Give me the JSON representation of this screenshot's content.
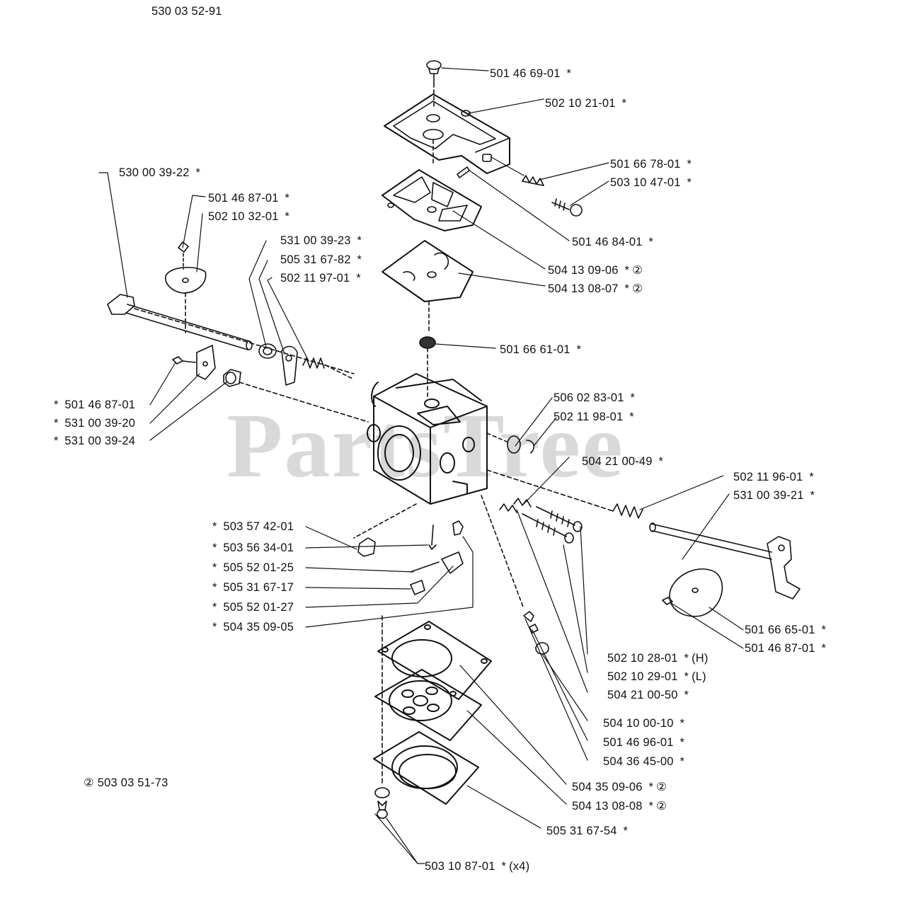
{
  "header": {
    "assembly_number": "530 03 52-91"
  },
  "watermark": {
    "brand": "PartsTree",
    "mark": "TM"
  },
  "note": {
    "symbol": "②",
    "kit_number": "503 03 51-73"
  },
  "callouts": [
    {
      "id": "c01",
      "part": "501 46 69-01",
      "star": "*",
      "suffix": ""
    },
    {
      "id": "c02",
      "part": "502 10 21-01",
      "star": "*",
      "suffix": ""
    },
    {
      "id": "c03",
      "part": "501 66 78-01",
      "star": "*",
      "suffix": ""
    },
    {
      "id": "c04",
      "part": "503 10 47-01",
      "star": "*",
      "suffix": ""
    },
    {
      "id": "c05",
      "part": "501 46 84-01",
      "star": "*",
      "suffix": ""
    },
    {
      "id": "c06",
      "part": "504 13 09-06",
      "star": "*",
      "suffix": "②"
    },
    {
      "id": "c07",
      "part": "504 13 08-07",
      "star": "*",
      "suffix": "②"
    },
    {
      "id": "c08",
      "part": "501 66 61-01",
      "star": "*",
      "suffix": ""
    },
    {
      "id": "c09",
      "part": "530 00 39-22",
      "star": "*",
      "suffix": ""
    },
    {
      "id": "c10",
      "part": "501 46 87-01",
      "star": "*",
      "suffix": ""
    },
    {
      "id": "c11",
      "part": "502 10 32-01",
      "star": "*",
      "suffix": ""
    },
    {
      "id": "c12",
      "part": "531 00 39-23",
      "star": "*",
      "suffix": ""
    },
    {
      "id": "c13",
      "part": "505 31 67-82",
      "star": "*",
      "suffix": ""
    },
    {
      "id": "c14",
      "part": "502 11 97-01",
      "star": "*",
      "suffix": ""
    },
    {
      "id": "c15",
      "part": "501 46 87-01",
      "star": "*",
      "suffix": ""
    },
    {
      "id": "c16",
      "part": "531 00 39-20",
      "star": "*",
      "suffix": ""
    },
    {
      "id": "c17",
      "part": "531 00 39-24",
      "star": "*",
      "suffix": ""
    },
    {
      "id": "c18",
      "part": "506 02 83-01",
      "star": "*",
      "suffix": ""
    },
    {
      "id": "c19",
      "part": "502 11 98-01",
      "star": "*",
      "suffix": ""
    },
    {
      "id": "c20",
      "part": "504 21 00-49",
      "star": "*",
      "suffix": ""
    },
    {
      "id": "c21",
      "part": "502 11 96-01",
      "star": "*",
      "suffix": ""
    },
    {
      "id": "c22",
      "part": "531 00 39-21",
      "star": "*",
      "suffix": ""
    },
    {
      "id": "c23",
      "part": "503 57 42-01",
      "star": "*",
      "suffix": ""
    },
    {
      "id": "c24",
      "part": "503 56 34-01",
      "star": "*",
      "suffix": ""
    },
    {
      "id": "c25",
      "part": "505 52 01-25",
      "star": "*",
      "suffix": ""
    },
    {
      "id": "c26",
      "part": "505 31 67-17",
      "star": "*",
      "suffix": ""
    },
    {
      "id": "c27",
      "part": "505 52 01-27",
      "star": "*",
      "suffix": ""
    },
    {
      "id": "c28",
      "part": "504 35 09-05",
      "star": "*",
      "suffix": ""
    },
    {
      "id": "c29",
      "part": "501 66 65-01",
      "star": "*",
      "suffix": ""
    },
    {
      "id": "c30",
      "part": "501 46 87-01",
      "star": "*",
      "suffix": ""
    },
    {
      "id": "c31",
      "part": "502 10 28-01",
      "star": "*",
      "suffix": "(H)"
    },
    {
      "id": "c32",
      "part": "502 10 29-01",
      "star": "*",
      "suffix": "(L)"
    },
    {
      "id": "c33",
      "part": "504 21 00-50",
      "star": "*",
      "suffix": ""
    },
    {
      "id": "c34",
      "part": "504 10 00-10",
      "star": "*",
      "suffix": ""
    },
    {
      "id": "c35",
      "part": "501 46 96-01",
      "star": "*",
      "suffix": ""
    },
    {
      "id": "c36",
      "part": "504 36 45-00",
      "star": "*",
      "suffix": ""
    },
    {
      "id": "c37",
      "part": "504 35 09-06",
      "star": "*",
      "suffix": "②"
    },
    {
      "id": "c38",
      "part": "504 13 08-08",
      "star": "*",
      "suffix": "②"
    },
    {
      "id": "c39",
      "part": "505 31 67-54",
      "star": "*",
      "suffix": ""
    },
    {
      "id": "c40",
      "part": "503 10 87-01",
      "star": "*",
      "suffix": "(x4)"
    }
  ]
}
